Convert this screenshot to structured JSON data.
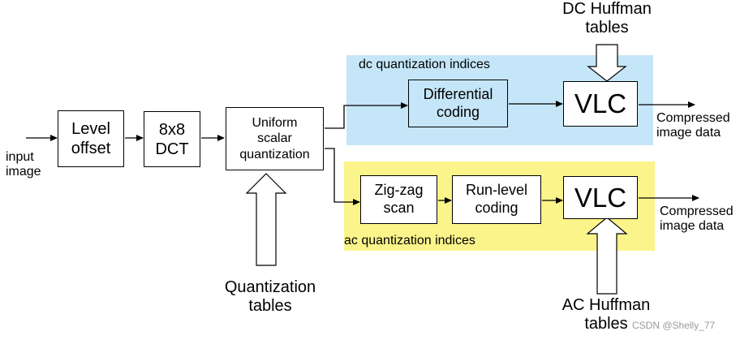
{
  "colors": {
    "dc_panel": "#c5e6f8",
    "ac_panel": "#fbf48a",
    "stroke": "#000000"
  },
  "input_label": "input\nimage",
  "blocks": {
    "level_offset": "Level\noffset",
    "dct": "8x8\nDCT",
    "quantizer": "Uniform\nscalar\nquantization",
    "differential": "Differential\ncoding",
    "zigzag": "Zig-zag\nscan",
    "run_level": "Run-level\ncoding",
    "vlc_dc": "VLC",
    "vlc_ac": "VLC"
  },
  "panels": {
    "dc_label": "dc quantization indices",
    "ac_label": "ac quantization indices"
  },
  "tables": {
    "dc_huffman": "DC Huffman\ntables",
    "ac_huffman": "AC Huffman\ntables",
    "quantization": "Quantization\ntables"
  },
  "outputs": {
    "dc_output": "Compressed\nimage data",
    "ac_output": "Compressed\nimage data"
  },
  "watermark": "CSDN @Shelly_77"
}
